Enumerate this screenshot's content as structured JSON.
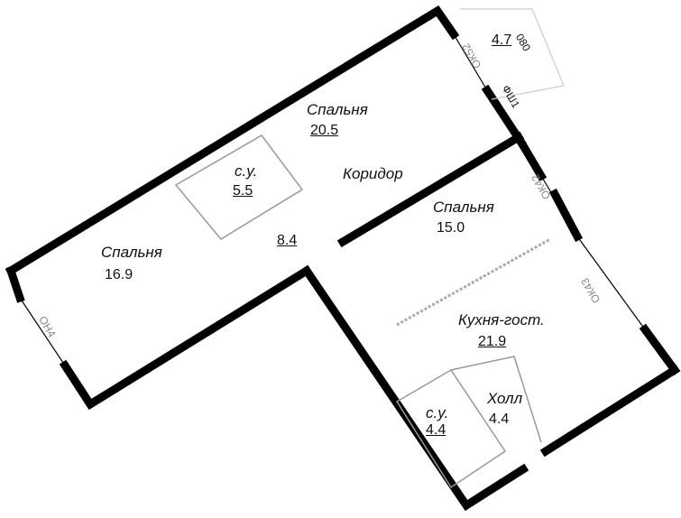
{
  "rooms": [
    {
      "name": "Спальня",
      "area": "20.5"
    },
    {
      "name": "с.у.",
      "area": "5.5"
    },
    {
      "name": "Коридор",
      "area": "8.4"
    },
    {
      "name": "Спальня",
      "area": "15.0"
    },
    {
      "name": "Спальня",
      "area": "16.9"
    },
    {
      "name": "Кухня-гост.",
      "area": "21.9"
    },
    {
      "name": "Холл",
      "area": "4.4"
    },
    {
      "name": "с.у.",
      "area": "4.4"
    },
    {
      "name": "",
      "area": "4.7"
    }
  ],
  "marks": {
    "balcony_door": "ОК52",
    "balcony_width": "080",
    "shaft": "ФШ1",
    "window_1": "ОК42",
    "window_2": "ОК43",
    "window_3": "ОН4"
  }
}
